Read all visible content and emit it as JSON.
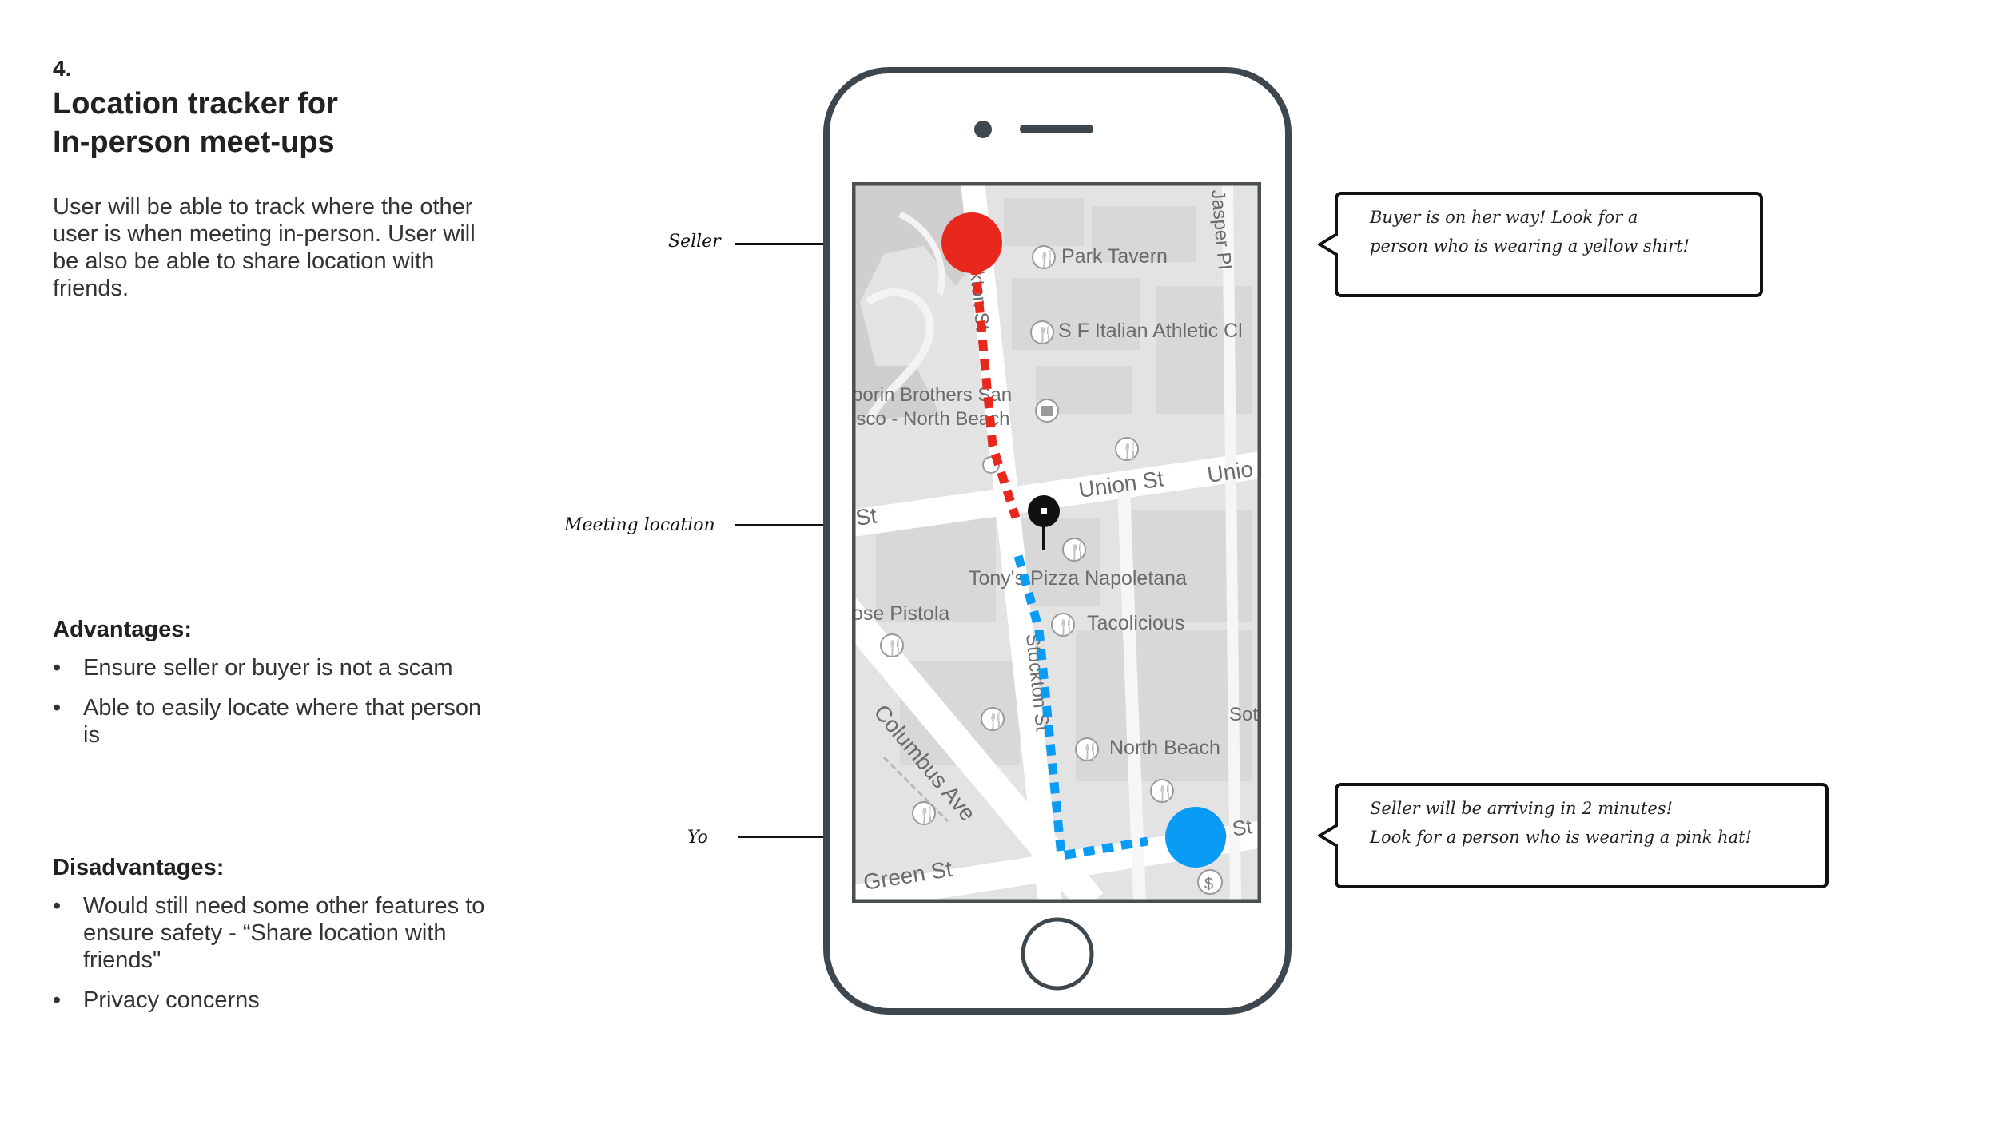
{
  "header": {
    "number": "4.",
    "title_line1": "Location tracker for",
    "title_line2": "In-person meet-ups",
    "description": "User will be able to track where the other user is when meeting in-person. User will be also be able to share location with friends."
  },
  "advantages": {
    "heading": "Advantages:",
    "items": [
      "Ensure seller or buyer is not a scam",
      "Able to easily locate where that person is"
    ]
  },
  "disadvantages": {
    "heading": "Disadvantages:",
    "items": [
      "Would still need some other features to ensure safety - “Share location with friends\"",
      "Privacy concerns"
    ]
  },
  "callouts": {
    "seller": "Seller",
    "meeting": "Meeting location",
    "you": "Yo"
  },
  "bubbles": {
    "top_line1": "Buyer is on her way! Look for a",
    "top_line2": "person who is wearing a yellow shirt!",
    "bottom_line1": "Seller will be arriving in 2 minutes!",
    "bottom_line2": "Look for a person who is wearing a pink hat!"
  },
  "map": {
    "labels": {
      "park_tavern": "Park Tavern",
      "sf_italian": "S F Italian Athletic Cl",
      "jasper": "Jasper Pl",
      "boudin1": "borin Brothers San",
      "boudin2": "isco - North Beach",
      "union": "Union St",
      "union2": "Unio",
      "st_left": "St",
      "tonys": "Tony's Pizza Napoletana",
      "pistola": "ose Pistola",
      "tacolicious": "Tacolicious",
      "stockton_top": "kton St",
      "stockton": "Stockton St",
      "columbus": "Columbus Ave",
      "north_beach": "North Beach",
      "sott": "Sott",
      "green": "Green St",
      "n_st": "n St"
    },
    "colors": {
      "seller": "#e8281d",
      "buyer": "#0a9cf5",
      "map_bg": "#e3e3e3",
      "park": "#cfcfcf"
    }
  }
}
